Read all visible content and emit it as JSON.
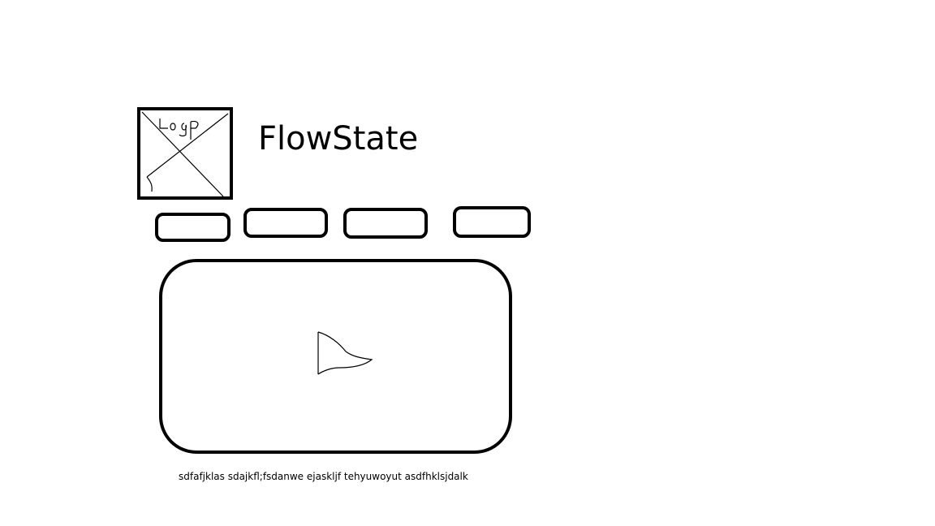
{
  "header": {
    "logo_text": "Logo",
    "app_title": "FlowState"
  },
  "nav": {
    "buttons": [
      "",
      "",
      "",
      ""
    ]
  },
  "player": {
    "play_icon": "play-icon"
  },
  "caption": {
    "text": "sdfafjklas sdajkfl;fsdanwe ejaskljf tehyuwoyut asdfhklsjdalk"
  }
}
